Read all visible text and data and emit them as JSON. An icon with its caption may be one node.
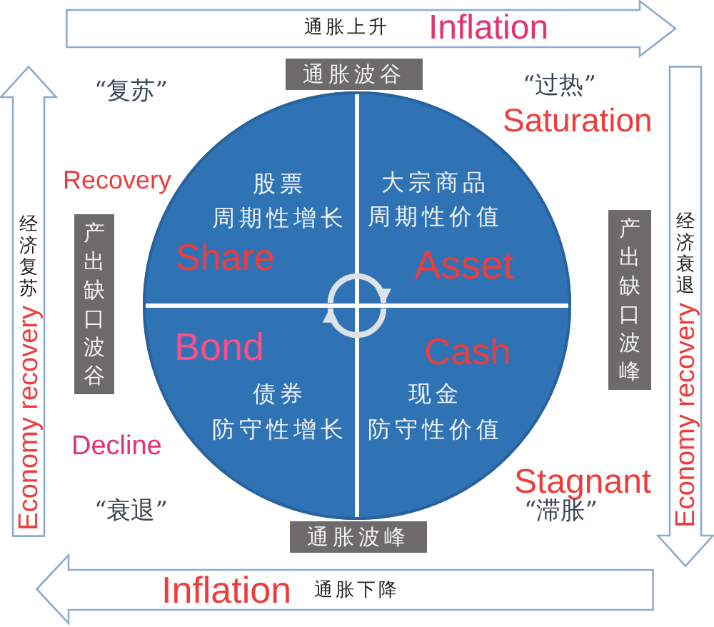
{
  "diagram": {
    "nodes": [
      {
        "text": [
          "通胀上升",
          "Inflation"
        ]
      },
      {
        "text": [
          "经济复苏",
          "Economy recovery"
        ]
      },
      {
        "text": [
          "经济衰退",
          "Economy recovery"
        ]
      },
      {
        "text": [
          "通胀波谷"
        ]
      },
      {
        "text": [],
        "shape": "circle"
      },
      {
        "text": [
          "股票",
          "周期性增长",
          "Share"
        ],
        "in": 4
      },
      {
        "text": [
          "大宗商品",
          "周期性价值",
          "Asset"
        ],
        "in": 4
      },
      {
        "text": [
          "Bond",
          "债券",
          "防守性增长"
        ],
        "in": 4
      },
      {
        "text": [
          "Cash",
          "现金",
          "防守性价值"
        ],
        "in": 4
      },
      {
        "text": [
          "产出缺口波谷"
        ]
      },
      {
        "text": [
          "产出缺口波峰"
        ]
      },
      {
        "text": [
          "通胀波峰"
        ]
      },
      {
        "text": [
          "Inflation",
          "通胀下降"
        ]
      }
    ],
    "edges": [
      {
        "from": 5,
        "to": 6,
        "arrow": "to"
      },
      {
        "from": 8,
        "to": 7,
        "arrow": "to"
      }
    ],
    "labels": [
      "“复苏”",
      "“过热”",
      "Saturation",
      "Recovery",
      "Decline",
      "Stagnant",
      "“衰退”",
      "“滞胀”"
    ]
  }
}
